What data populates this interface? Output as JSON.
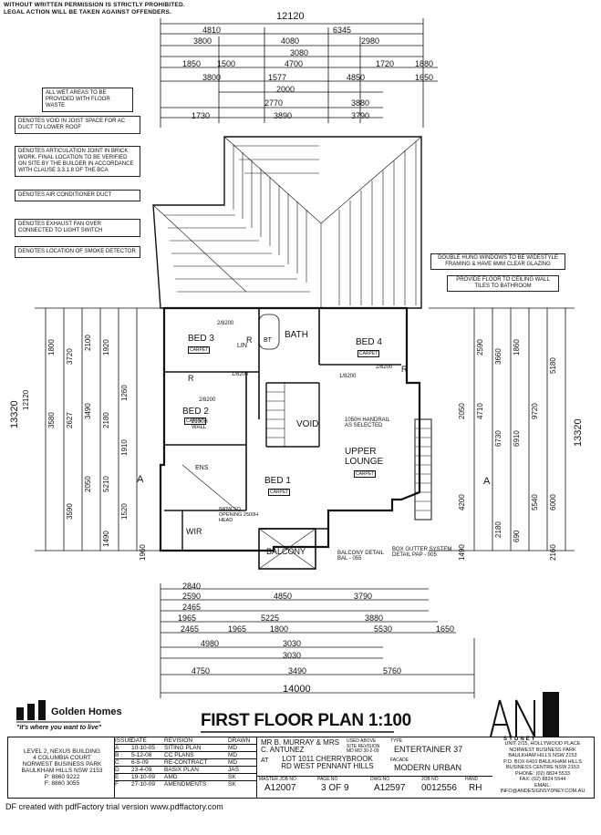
{
  "warning": "WITHOUT WRITTEN PERMISSION IS STRICTLY PROHIBITED. LEGAL ACTION WILL BE TAKEN AGAINST OFFENDERS.",
  "dims_top": {
    "overall": "12120",
    "row1": [
      "4810",
      "6345"
    ],
    "row2": [
      "3800",
      "4080",
      "2980"
    ],
    "row3": [
      "3080"
    ],
    "row4": [
      "1850",
      "1500",
      "4700",
      "1720",
      "1880"
    ],
    "row5": [
      "3800",
      "1577",
      "4850",
      "1650"
    ],
    "row6": [
      "2000"
    ],
    "row7": [
      "2770",
      "3880"
    ],
    "row8": [
      "1730",
      "3890",
      "3790"
    ]
  },
  "legend": [
    "ALL WET AREAS TO BE PROVIDED WITH FLOOR WASTE",
    "DENOTES VOID IN JOIST SPACE FOR AC DUCT TO LOWER ROOF",
    "DENOTES ARTICULATION JOINT IN BRICK WORK. FINAL LOCATION TO BE VERIFIED ON SITE BY THE BUILDER IN ACCORDANCE WITH CLAUSE 3.3.1.8 OF THE BCA",
    "DENOTES AIR CONDITIONER DUCT",
    "DENOTES EXHAUST FAN OVER CONNECTED TO LIGHT SWITCH",
    "DENOTES LOCATION OF SMOKE DETECTOR"
  ],
  "notes": {
    "windows": "DOUBLE HUNG WINDOWS TO BE WIDESTYLE FRAMING & HAVE 6MM CLEAR GLAZING",
    "tiles": "PROVIDE FLOOR TO CEILING WALL TILES TO BATHROOM",
    "balcony": "BALCONY DETAIL BAL - 055",
    "gutter": "BOX GUTTER SYSTEM DETAIL PAP - 005"
  },
  "rooms": {
    "bed3": "BED 3",
    "bath": "BATH",
    "bed4": "BED 4",
    "bed2": "BED 2",
    "void": "VOID",
    "upper_lounge": "UPPER LOUNGE",
    "bed1": "BED 1",
    "wir": "WIR",
    "balcony": "BALCONY",
    "carpet": "CARPET",
    "wall_2100": "2100H WALL",
    "handrail": "1050H HANDRAIL AS SELECTED",
    "opening": "840W SQ OPENING 2500H HEAD",
    "section_mark": "A",
    "door_2": "2/8200",
    "door_1": "1/8200",
    "en": "ENS",
    "r": "R",
    "bt": "BT",
    "lin": "LIN"
  },
  "dims_left": {
    "overall": "13320",
    "sub": "12120",
    "values": [
      "1800",
      "3720",
      "2100",
      "1920",
      "2627",
      "3580",
      "3490",
      "2180",
      "1260",
      "1910",
      "5210",
      "3590",
      "2050",
      "1520",
      "1960",
      "1490"
    ]
  },
  "dims_right": {
    "overall": "13320",
    "values": [
      "2590",
      "3660",
      "1860",
      "5180",
      "2050",
      "4710",
      "9720",
      "6730",
      "6910",
      "4200",
      "5540",
      "6000",
      "1490",
      "2160",
      "2180",
      "690"
    ]
  },
  "dims_bottom": {
    "rows": [
      [
        "2840"
      ],
      [
        "2590",
        "4850",
        "3790"
      ],
      [
        "2465"
      ],
      [
        "1965",
        "5225",
        "3880"
      ],
      [
        "2465",
        "1965",
        "1800",
        "5530",
        "1650"
      ],
      [
        "4980",
        "3030"
      ],
      [
        "3030"
      ],
      [
        "4750",
        "3490",
        "5760"
      ]
    ],
    "overall": "14000"
  },
  "title": "FIRST FLOOR PLAN 1:100",
  "logo": {
    "brand": "Golden Homes",
    "tagline": "\"it's where you want to live\"",
    "address": [
      "LEVEL 2, NEXUS BUILDING",
      "4 COLUMBIA COURT",
      "NORWEST BUSINESS PARK",
      "BAULKHAM HILLS NSW 2153",
      "P: 8860 9222",
      "F: 8860 3055"
    ],
    "right_brand": "SYDNEY",
    "right_address": [
      "UNIT 2/15, HOLLYWOOD PLACE",
      "NORWEST BUSINESS PARK",
      "BAULKHAM HILLS NSW 2153",
      "P.O. BOX 6410 BAULKHAM HILLS",
      "BUSINESS CENTRE NSW 2153",
      "PHONE: (02) 8824 5533",
      "FAX: (02) 8824 5544",
      "EMAIL: INFO@ANDESIGNSYDNEY.COM.AU"
    ]
  },
  "revisions": {
    "headers": [
      "ISSUE",
      "DATE",
      "REVISION",
      "DRAWN"
    ],
    "rows": [
      [
        "A",
        "10-10-05",
        "SITING PLAN",
        "MD"
      ],
      [
        "B",
        "5-12-08",
        "CC PLANS",
        "MD"
      ],
      [
        "C",
        "6-5-09",
        "RE-CONTRACT",
        "MD"
      ],
      [
        "D",
        "23-4-09",
        "BASIX PLAN",
        "JAS"
      ],
      [
        "E",
        "19-10-09",
        "AMD",
        "SK"
      ],
      [
        "F",
        "27-10-09",
        "AMENDMENTS",
        "SK"
      ]
    ]
  },
  "client": {
    "names": "MR B. MURRAY & MRS C. ANTUNEZ",
    "site_label": "AT",
    "site": "LOT 1011 CHERRYBROOK RD WEST PENNANT HILLS",
    "rev_note": "USED ABOVE SITE REVISION MD MD 30-2-09",
    "type_label": "TYPE",
    "type": "ENTERTAINER 37",
    "facade_label": "FACADE",
    "facade": "MODERN URBAN",
    "master_label": "MASTER JOB NO",
    "master": "A12007",
    "page_label": "PAGE NO",
    "page": "3 OF 9",
    "dwg_label": "DWG NO",
    "dwg": "A12597",
    "job_label": "JOB NO",
    "job": "0012556",
    "hand_label": "HAND",
    "hand": "RH"
  },
  "footer": "DF created with pdfFactory trial version www.pdffactory.com"
}
